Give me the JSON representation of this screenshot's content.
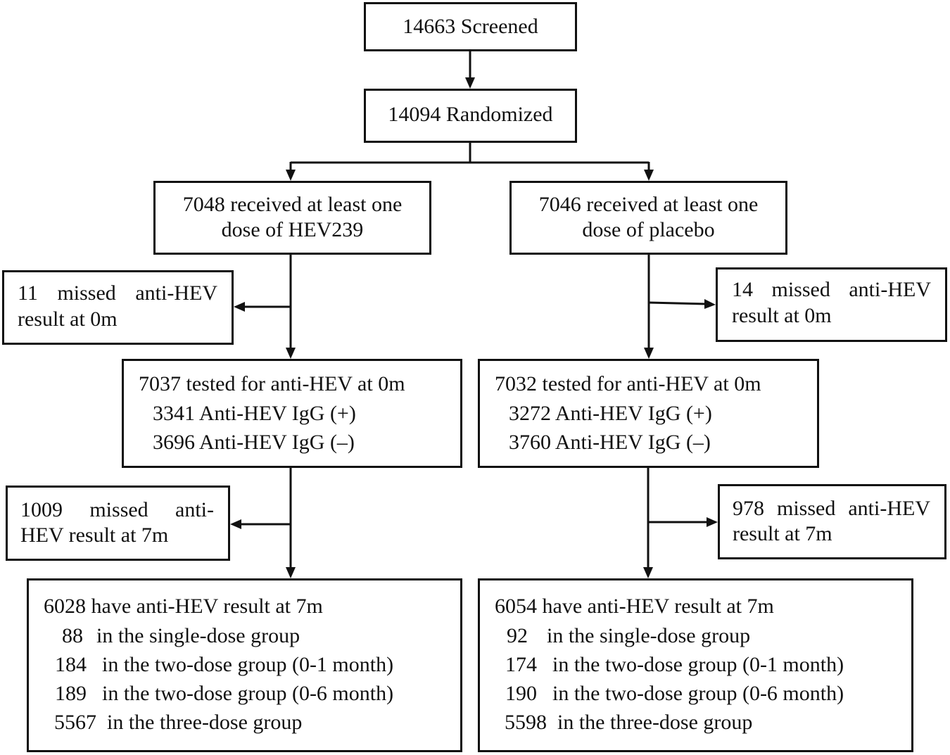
{
  "screened": {
    "label": "14663 Screened"
  },
  "randomized": {
    "label": "14094 Randomized"
  },
  "arms": {
    "vaccine": {
      "received": [
        "7048 received at least one",
        "dose of HEV239"
      ],
      "missed_0m": [
        "11 missed anti-HEV",
        "result at 0m"
      ],
      "tested": {
        "title": "7037 tested for anti-HEV at 0m",
        "positive": "3341 Anti-HEV IgG (+)",
        "negative": "3696 Anti-HEV IgG (–)"
      },
      "missed_7m": [
        "1009 missed anti-",
        "HEV result at 7m"
      ],
      "result_7m": {
        "title": "6028 have anti-HEV result at 7m",
        "groups": [
          {
            "n": "88",
            "label": "in the single-dose group"
          },
          {
            "n": "184",
            "label": "in the two-dose group (0-1 month)"
          },
          {
            "n": "189",
            "label": "in the two-dose group (0-6 month)"
          },
          {
            "n": "5567",
            "label": "in the three-dose group"
          }
        ]
      }
    },
    "placebo": {
      "received": [
        "7046 received at least one",
        "dose of placebo"
      ],
      "missed_0m": [
        "14 missed anti-HEV",
        "result at 0m"
      ],
      "tested": {
        "title": "7032 tested for anti-HEV at 0m",
        "positive": "3272 Anti-HEV IgG (+)",
        "negative": "3760 Anti-HEV IgG (–)"
      },
      "missed_7m": [
        "978 missed anti-HEV",
        "result at 7m"
      ],
      "result_7m": {
        "title": "6054 have anti-HEV result at 7m",
        "groups": [
          {
            "n": "92",
            "label": "in the single-dose group"
          },
          {
            "n": "174",
            "label": "in the two-dose group (0-1 month)"
          },
          {
            "n": "190",
            "label": "in the two-dose group (0-6 month)"
          },
          {
            "n": "5598",
            "label": "in the three-dose group"
          }
        ]
      }
    }
  }
}
